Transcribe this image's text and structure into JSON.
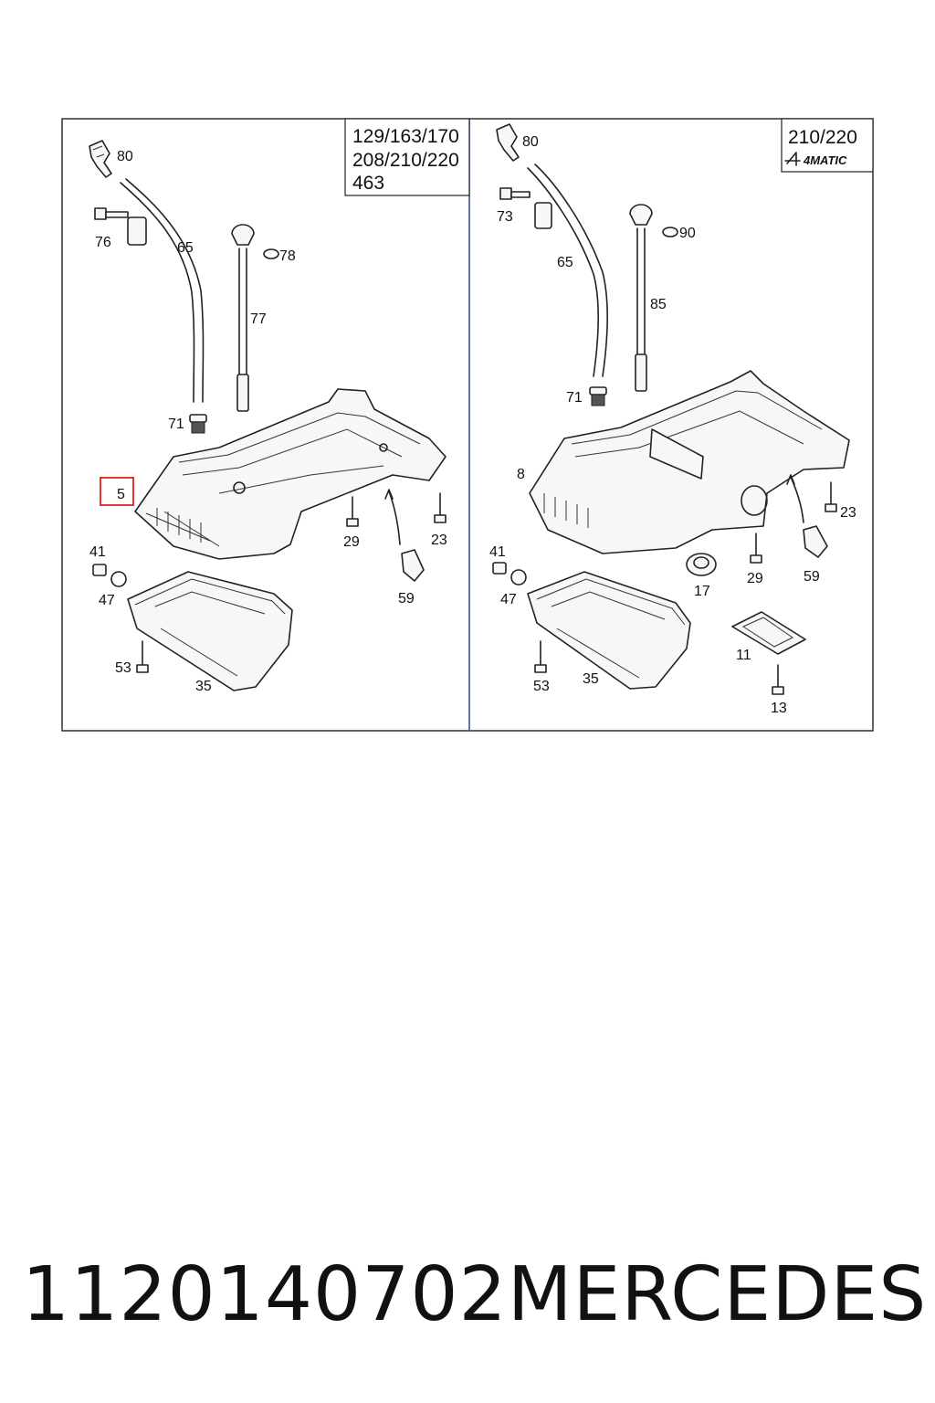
{
  "panels": {
    "left": {
      "models": [
        "129/163/170",
        "208/210/220",
        "463"
      ]
    },
    "right": {
      "models": [
        "210/220"
      ],
      "badge": "4MATIC"
    }
  },
  "callouts": {
    "left": [
      "80",
      "76",
      "65",
      "78",
      "77",
      "71",
      "5",
      "29",
      "23",
      "41",
      "47",
      "59",
      "53",
      "35"
    ],
    "right": [
      "80",
      "73",
      "90",
      "65",
      "85",
      "71",
      "8",
      "23",
      "41",
      "29",
      "59",
      "47",
      "17",
      "11",
      "53",
      "35",
      "13"
    ]
  },
  "highlight": {
    "label": "5",
    "color": "#e02020"
  },
  "footer": {
    "part_number": "1120140702",
    "brand": "MERCEDES"
  },
  "colors": {
    "divider": "#3b4fa0",
    "frame": "#222222",
    "highlight": "#e02020"
  }
}
